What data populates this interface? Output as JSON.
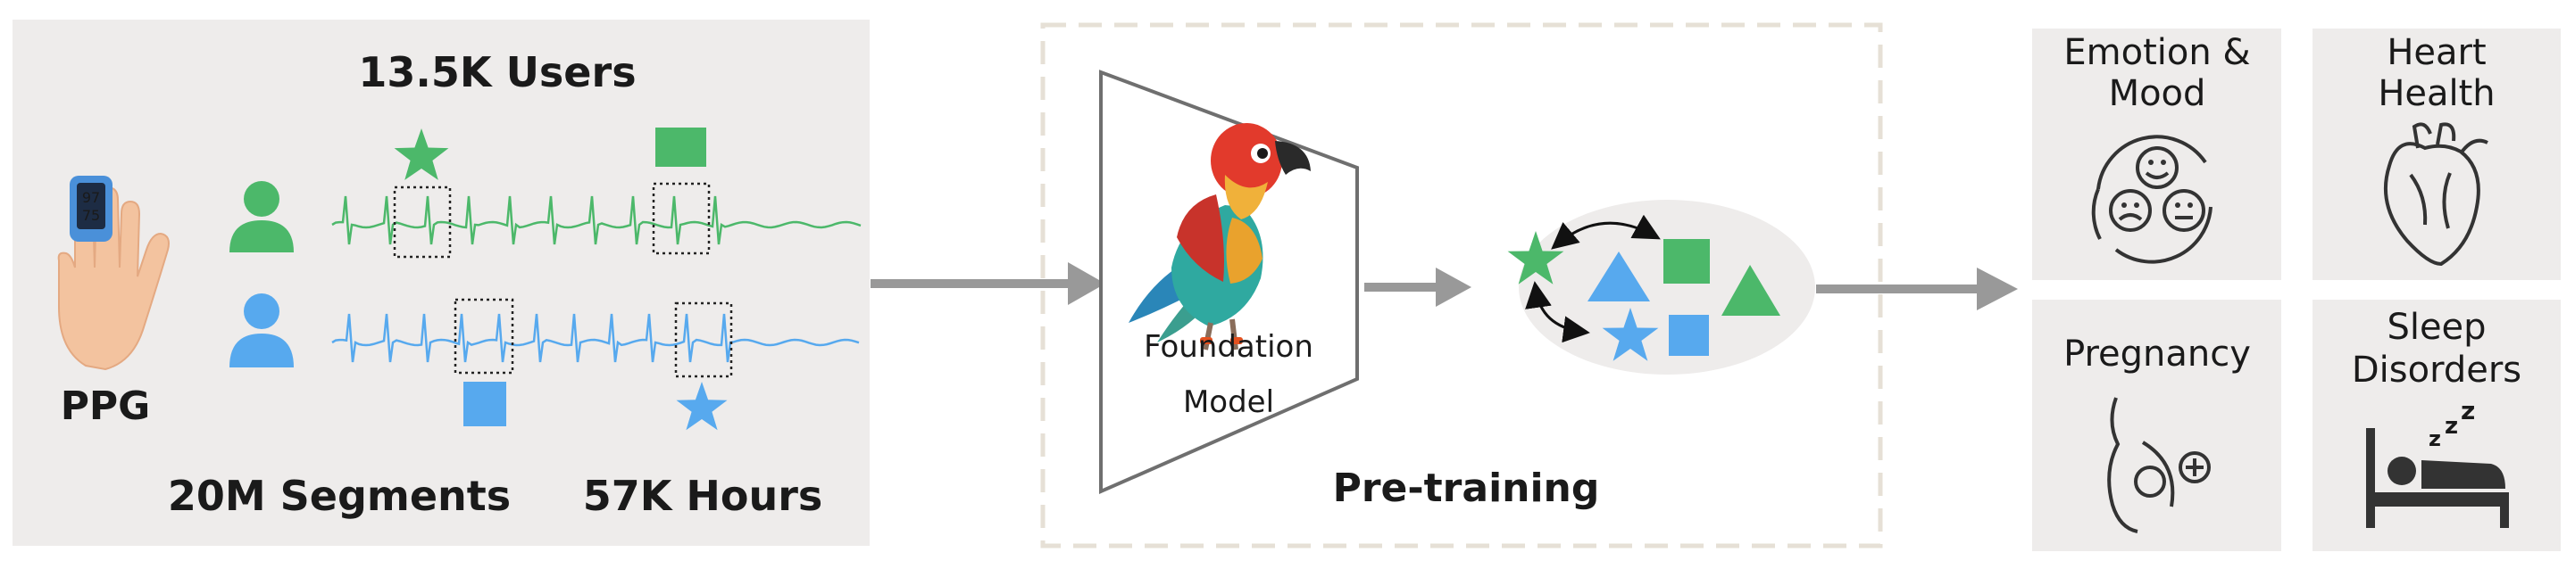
{
  "data_panel": {
    "users": "13.5K Users",
    "segments": "20M Segments",
    "hours": "57K Hours",
    "ppg": "PPG",
    "oximeter_reading_top": "97",
    "oximeter_reading_bottom": "75"
  },
  "model": {
    "line1": "Foundation",
    "line2": "Model",
    "stage": "Pre-training"
  },
  "tasks": {
    "emotion": [
      "Emotion &",
      "Mood"
    ],
    "heart": [
      "Heart",
      "Health"
    ],
    "pregnancy": [
      "Pregnancy"
    ],
    "sleep": [
      "Sleep",
      "Disorders"
    ]
  },
  "colors": {
    "green": "#4cb86a",
    "blue": "#57a9ee",
    "panel": "#eeeceb",
    "arrow": "#999999",
    "frame": "#6f6f6f",
    "dash": "#e6e0d6"
  }
}
